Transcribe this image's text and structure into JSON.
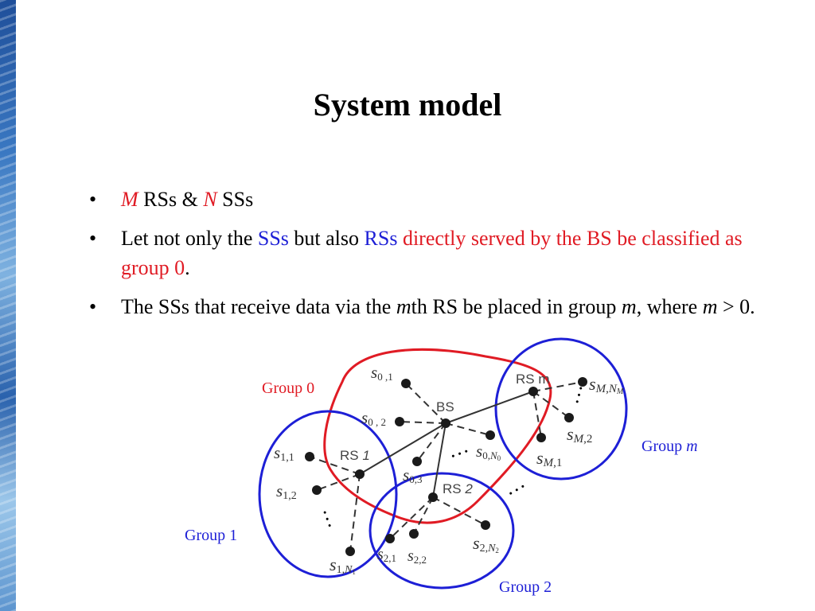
{
  "slide": {
    "title": "System model",
    "bullets": [
      {
        "b1_m": "M",
        "b1_rss": " RSs & ",
        "b1_n": "N",
        "b1_sss": " SSs"
      },
      {
        "b2_a": "Let not only the ",
        "b2_sss": "SSs",
        "b2_b": " but also ",
        "b2_rss": "RSs",
        "b2_c": " directly served by the BS be classified as group 0",
        "b2_d": "."
      },
      {
        "b3_a": "The SSs that receive data via the ",
        "b3_m": "m",
        "b3_b": "th RS be placed in group ",
        "b3_m2": "m",
        "b3_c": ", where ",
        "b3_m3": "m",
        "b3_d": " > 0."
      }
    ]
  },
  "diagram": {
    "colors": {
      "group0": "#e01b24",
      "groups": "#1d1fd6",
      "nodes": "#1a1a1a",
      "links": "#333333"
    },
    "groups": {
      "g0": "Group 0",
      "g1": "Group 1",
      "g2": "Group 2",
      "gm_prefix": "Group ",
      "gm_var": "m"
    },
    "nodes": {
      "bs": "BS",
      "rs1": "RS ",
      "rs1_num": "1",
      "rs2": "RS ",
      "rs2_num": "2",
      "rsm": "RS m"
    },
    "subscribers": {
      "s01_sub": "0 ,1",
      "s02_sub": "0 , 2",
      "s03_sub": "0,3",
      "s0n_sub": "0,",
      "s0n_n": "N",
      "s0n_n_sub": "0",
      "s11_sub": "1,1",
      "s12_sub": "1,2",
      "s1n_sub": "1,",
      "s1n_n": "N",
      "s1n_n_sub": "1",
      "s21_sub": "2,1",
      "s22_sub": "2,2",
      "s2n_sub": "2,",
      "s2n_n": "N",
      "s2n_n_sub": "2",
      "sm1_m": "M",
      "sm1_sub": ",1",
      "sm2_m": "M",
      "sm2_sub": ",2",
      "smn_m": "M",
      "smn_sep": ",",
      "smn_n": "N",
      "smn_n_sub": "M",
      "s_letter": "s",
      "ellipsis": "…"
    }
  }
}
